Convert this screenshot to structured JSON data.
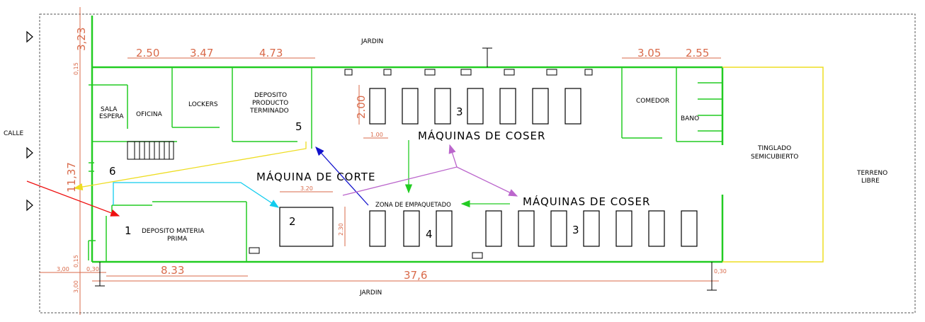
{
  "labels": {
    "calle": "CALLE",
    "jardin_top": "JARDIN",
    "jardin_bottom": "JARDIN",
    "sala1": "SALA",
    "sala2": "ESPERA",
    "oficina": "OFICINA",
    "lockers": "LOCKERS",
    "dep1": "DEPOSITO",
    "dep2": "PRODUCTO",
    "dep3": "TERMINADO",
    "comedor": "COMEDOR",
    "bano": "BANO",
    "tinglado1": "TINGLADO",
    "tinglado2": "SEMICUBIERTO",
    "terreno1": "TERRENO",
    "terreno2": "LIBRE",
    "maq_coser_top": "MÁQUINAS DE COSER",
    "maq_corte": "MÁQUINA DE CORTE",
    "maq_coser_bottom": "MÁQUINAS DE COSER",
    "zona": "ZONA DE EMPAQUETADO",
    "dep_mp1": "DEPOSITO MATERIA",
    "dep_mp2": "PRIMA"
  },
  "zone_numbers": {
    "n1": "1",
    "n2": "2",
    "n3a": "3",
    "n3b": "3",
    "n4": "4",
    "n5": "5",
    "n6": "6"
  },
  "dimensions": {
    "d250": "2.50",
    "d347": "3.47",
    "d473": "4.73",
    "d305": "3.05",
    "d255": "2.55",
    "d323": "3,23",
    "d1137": "11,37",
    "d015a": "0,15",
    "d015b": "0,15",
    "d200": "2.00",
    "d100": "1.00",
    "d320": "3.20",
    "d230": "2.30",
    "d833": "8.33",
    "d376": "37,6",
    "d300a": "3,00",
    "d300b": "3,00",
    "d030a": "0,30",
    "d030b": "0,30"
  },
  "colors": {
    "walls": "#22cc22",
    "dimensions": "#d96a4a",
    "arrow_red": "#ee1111",
    "arrow_cyan": "#11ccee",
    "arrow_yellow": "#eedd22",
    "arrow_blue": "#1111cc",
    "arrow_green": "#22cc22",
    "arrow_purple": "#bb66cc"
  }
}
